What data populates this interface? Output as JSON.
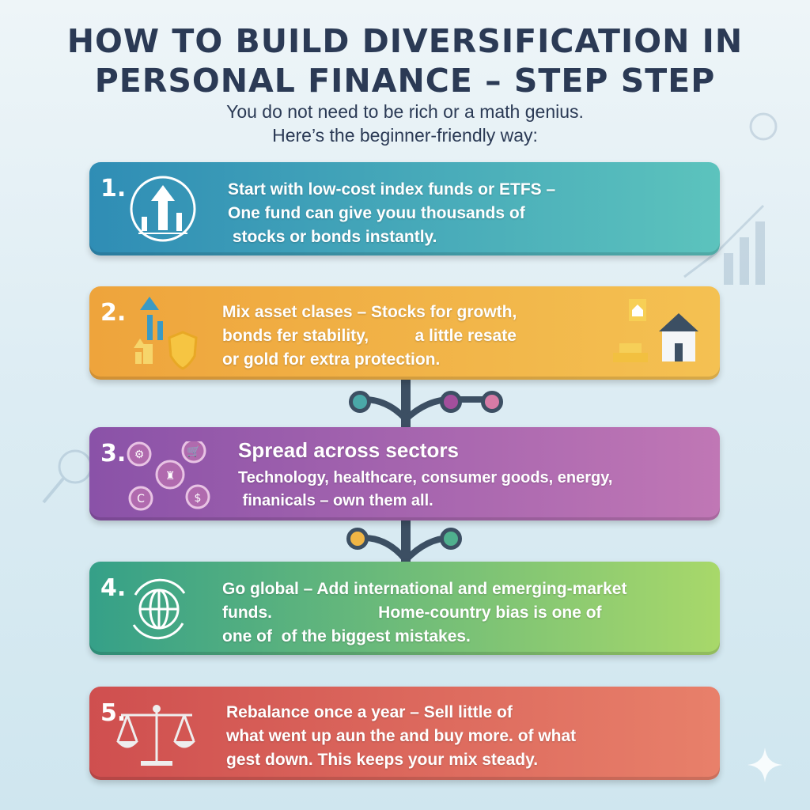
{
  "header": {
    "title_line1": "HOW TO BUILD DIVERSIFICATION IN",
    "title_line2": "PERSONAL FINANCE – STEP STEP",
    "subtitle_line1": "You do not need to be rich or a math genius.",
    "subtitle_line2": "Here’s the beginner-friendly way:"
  },
  "steps": [
    {
      "number": "1.",
      "icon": "chart-up-arrow-icon",
      "lines": [
        "Start with low-cost index funds or ETFS –",
        "One fund can give youu thousands of",
        " stocks or bonds instantly."
      ],
      "colors": [
        "#2f8db5",
        "#5cc3bd"
      ]
    },
    {
      "number": "2.",
      "icon": "assets-shield-icon",
      "lines": [
        "Mix asset clases – Stocks for growth,",
        "bonds fer stability,          a little resate",
        "or gold for extra protection."
      ],
      "colors": [
        "#eea43c",
        "#f4c152"
      ]
    },
    {
      "number": "3.",
      "icon": "sectors-icon",
      "heading": "Spread across sectors",
      "lines": [
        "Technology, healthcare, consumer goods, energy,",
        " finanicals – own them all."
      ],
      "colors": [
        "#8a52a8",
        "#c077b5"
      ]
    },
    {
      "number": "4.",
      "icon": "globe-icon",
      "lines": [
        "Go global – Add international and emerging-market",
        "funds.                       Home-country bias is one of",
        "one of  of the biggest mistakes."
      ],
      "colors": [
        "#35a088",
        "#a8d86a"
      ]
    },
    {
      "number": "5.",
      "icon": "balance-scale-icon",
      "lines": [
        "Rebalance once a year – Sell little of",
        "what went up aun the and buy more. of what",
        "gest down. This keeps your mix steady."
      ],
      "colors": [
        "#cf4f4f",
        "#e8806a"
      ]
    }
  ],
  "connector_colors": [
    "#4aa8a8",
    "#a34f9c",
    "#d67ba6",
    "#f0b545",
    "#4fb08e"
  ]
}
